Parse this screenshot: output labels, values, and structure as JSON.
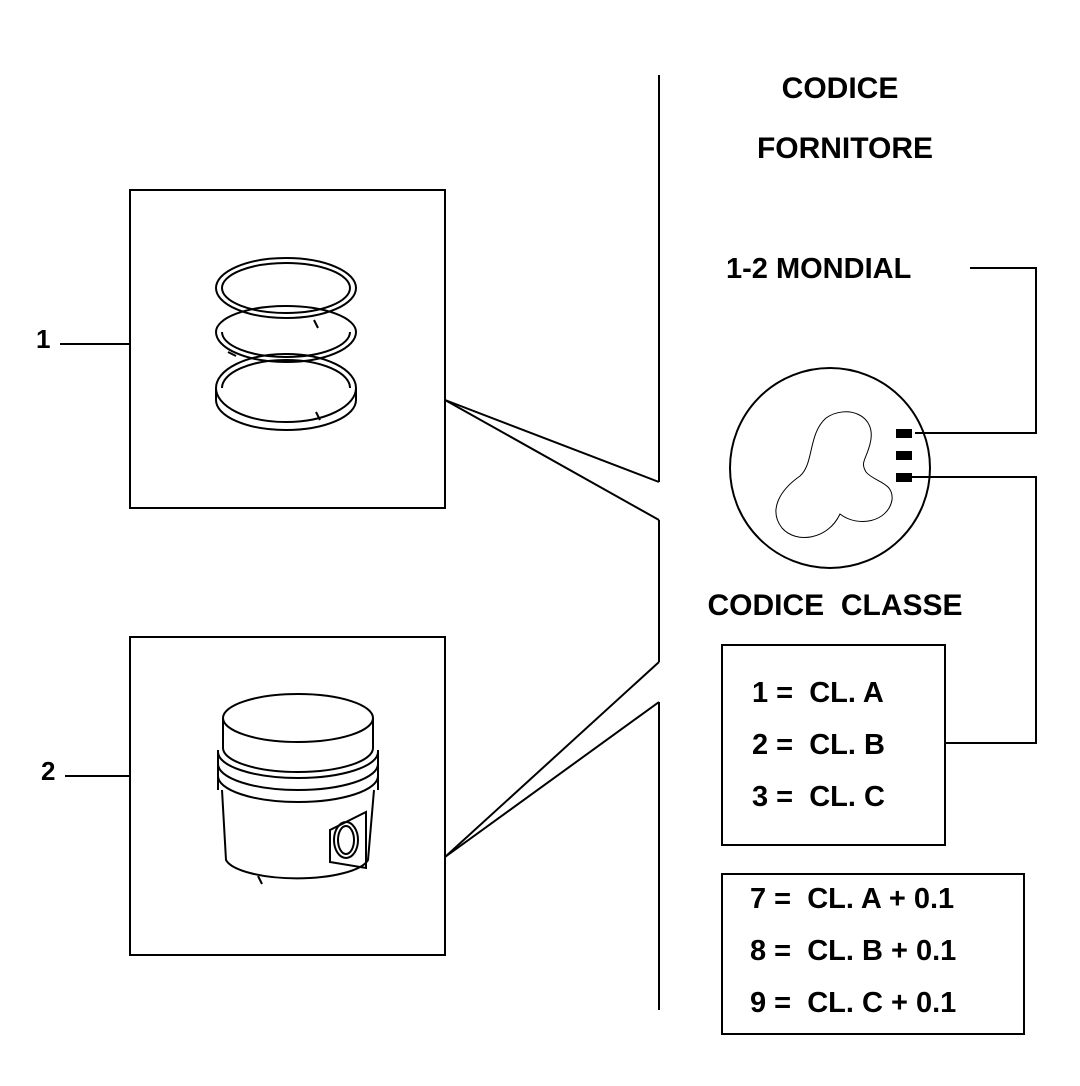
{
  "header": {
    "supplier_code_line1": "CODICE",
    "supplier_code_line2": "FORNITORE"
  },
  "callouts": {
    "part_1": "1",
    "part_2": "2"
  },
  "supplier": {
    "label": "1-2 MONDIAL"
  },
  "class_code": {
    "title": "CODICE  CLASSE",
    "standard_classes": [
      "1 =  CL. A",
      "2 =  CL. B",
      "3 =  CL. C"
    ],
    "oversize_classes": [
      "7 =  CL. A + 0.1",
      "8 =  CL. B + 0.1",
      "9 =  CL. C + 0.1"
    ]
  },
  "icons": [
    "piston-rings-icon",
    "piston-icon",
    "piston-crown-icon"
  ],
  "colors": {
    "ink": "#000000",
    "paper": "#ffffff"
  }
}
